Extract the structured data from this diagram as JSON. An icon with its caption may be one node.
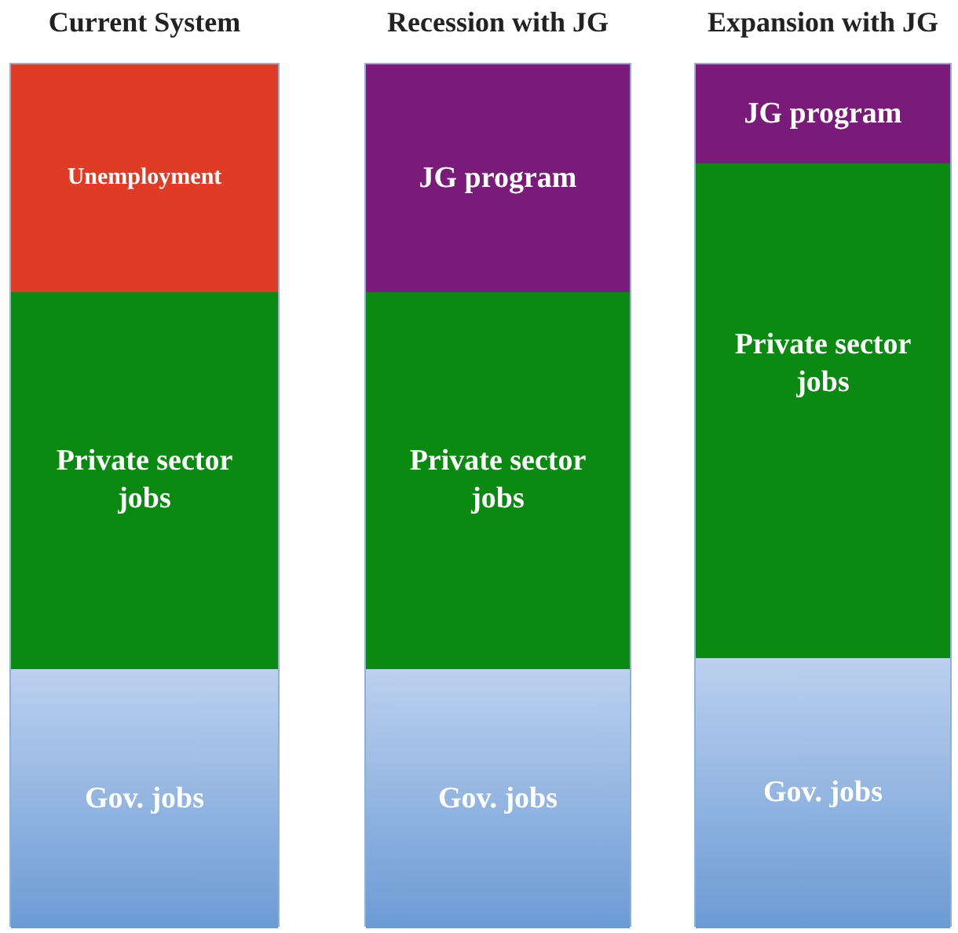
{
  "diagram": {
    "nodes": [
      {
        "text": [
          "Current System"
        ]
      },
      {
        "text": [
          "Recession with JG"
        ]
      },
      {
        "text": [
          "Expansion with JG"
        ]
      },
      {
        "text": [
          "Unemployment"
        ],
        "in": 0
      },
      {
        "text": [
          "Private sector jobs"
        ],
        "in": 0
      },
      {
        "text": [
          "Gov. jobs"
        ],
        "in": 0
      },
      {
        "text": [
          "JG program"
        ],
        "in": 1
      },
      {
        "text": [
          "Private sector jobs"
        ],
        "in": 1
      },
      {
        "text": [
          "Gov. jobs"
        ],
        "in": 1
      },
      {
        "text": [
          "JG program"
        ],
        "in": 2
      },
      {
        "text": [
          "Private sector jobs"
        ],
        "in": 2
      },
      {
        "text": [
          "Gov. jobs"
        ],
        "in": 2
      }
    ]
  }
}
